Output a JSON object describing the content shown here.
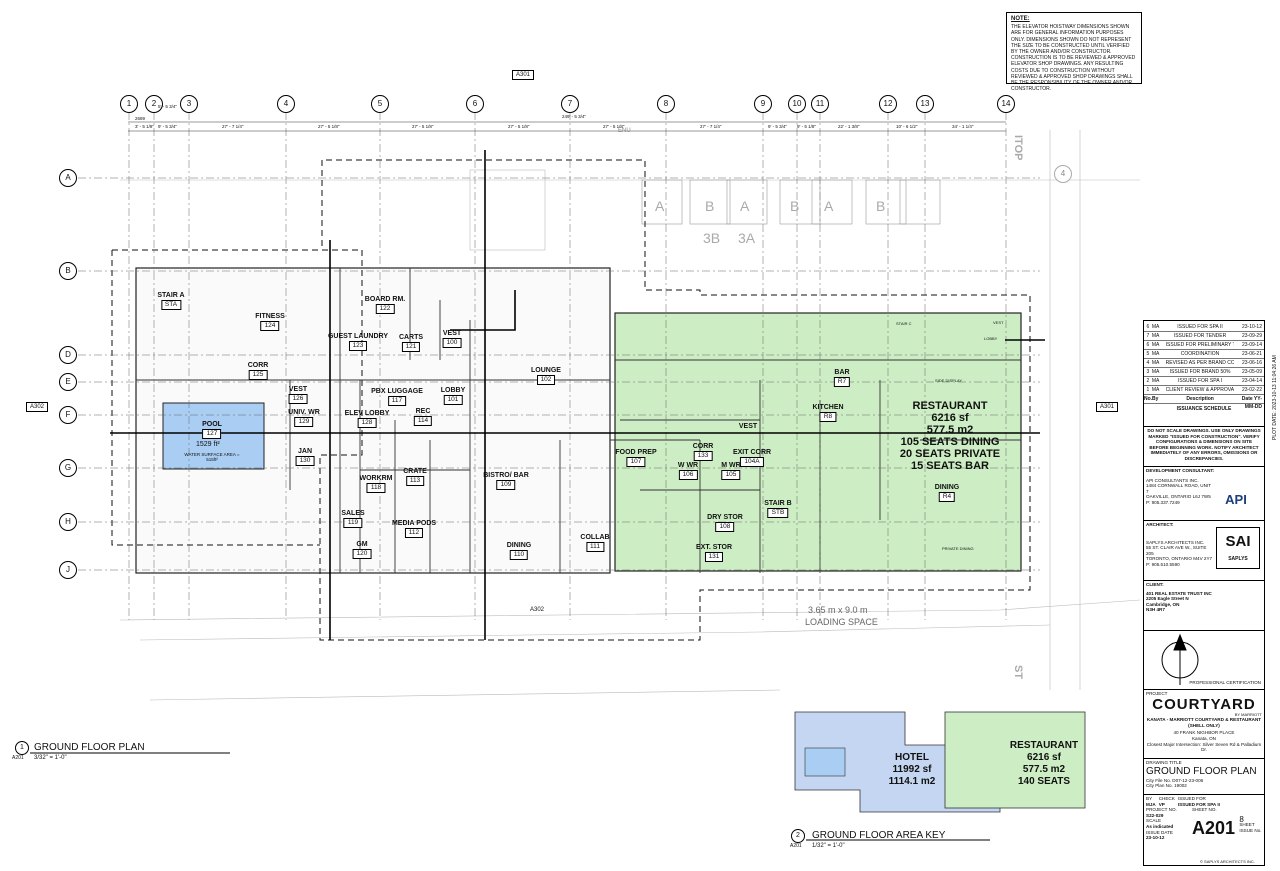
{
  "note": {
    "heading": "NOTE:",
    "text": "THE ELEVATOR HOISTWAY DIMENSIONS SHOWN ARE FOR GENERAL INFORMATION PURPOSES ONLY. DIMENSIONS SHOWN DO NOT REPRESENT THE SIZE TO BE CONSTRUCTED UNTIL VERIFIED BY THE OWNER AND/OR CONSTRUCTOR. CONSTRUCTION IS TO BE REVIEWED & APPROVED ELEVATOR SHOP DRAWINGS. ANY RESULTING COSTS DUE TO CONSTRUCTION WITHOUT REVIEWED & APPROVED SHOP DRAWINGS SHALL BE THE RESPONSIBILITY OF THE OWNER AND/OR CONSTRUCTOR."
  },
  "grid_cols": [
    "1",
    "2",
    "3",
    "4",
    "5",
    "6",
    "7",
    "8",
    "9",
    "10",
    "11",
    "12",
    "13",
    "14"
  ],
  "grid_rows": [
    "A",
    "B",
    "D",
    "E",
    "F",
    "G",
    "H",
    "J"
  ],
  "dims": [
    "2689",
    "5' - 5 3/4\"",
    "3' - 5 1/8\"",
    "9' - 5 3/4\"",
    "27' - 7 1/4\"",
    "27' - 5 1/8\"",
    "27' - 5 1/8\"",
    "27' - 5 1/8\"",
    "27' - 5 1/8\"",
    "27' - 7 1/4\"",
    "9' - 5 3/4\"",
    "9' - 5 1/8\"",
    "22' - 1 3/8\"",
    "10' - 6 1/2\"",
    "34' - 1 1/4\"",
    "249' - 5 3/4\""
  ],
  "section_refs": [
    "A301",
    "A302",
    "A302",
    "A301",
    "A302"
  ],
  "parking": [
    "A",
    "B",
    "A",
    "B",
    "A",
    "B",
    "3B",
    "3A"
  ],
  "rooms": [
    {
      "name": "STAIR A",
      "num": "STA"
    },
    {
      "name": "FITNESS",
      "num": "124"
    },
    {
      "name": "BOARD RM.",
      "num": "122"
    },
    {
      "name": "GUEST LAUNDRY",
      "num": "123"
    },
    {
      "name": "CARTS",
      "num": "121"
    },
    {
      "name": "VEST",
      "num": "100"
    },
    {
      "name": "CORR",
      "num": "125"
    },
    {
      "name": "LOUNGE",
      "num": "102"
    },
    {
      "name": "VEST",
      "num": "126"
    },
    {
      "name": "UNIV. WR",
      "num": "129"
    },
    {
      "name": "ELEV LOBBY",
      "num": "128"
    },
    {
      "name": "PBX LUGGAGE",
      "num": "117"
    },
    {
      "name": "REC",
      "num": "114"
    },
    {
      "name": "LOBBY",
      "num": "101"
    },
    {
      "name": "POOL",
      "num": "127"
    },
    {
      "name": "JAN",
      "num": "130"
    },
    {
      "name": "WORKRM",
      "num": "118"
    },
    {
      "name": "CRATE",
      "num": "113"
    },
    {
      "name": "BISTRO/ BAR",
      "num": "109"
    },
    {
      "name": "SALES",
      "num": "119"
    },
    {
      "name": "MEDIA PODS",
      "num": "112"
    },
    {
      "name": "GM",
      "num": "120"
    },
    {
      "name": "DINING",
      "num": "110"
    },
    {
      "name": "COLLAB",
      "num": "111"
    },
    {
      "name": "CORR",
      "num": "133"
    },
    {
      "name": "FOOD PREP",
      "num": "107"
    },
    {
      "name": "W WR",
      "num": "106"
    },
    {
      "name": "M WR",
      "num": "105"
    },
    {
      "name": "VEST",
      "num": ""
    },
    {
      "name": "EXIT CORR",
      "num": "104A"
    },
    {
      "name": "DRY STOR",
      "num": "108"
    },
    {
      "name": "EXT. STOR",
      "num": "131"
    },
    {
      "name": "STAIR B",
      "num": "STB"
    },
    {
      "name": "BAR",
      "num": "R7"
    },
    {
      "name": "KITCHEN",
      "num": "R8"
    },
    {
      "name": "DINING",
      "num": "R4"
    }
  ],
  "pool_area": "1529 ft²",
  "pool_water": "WATER SURFACE AREA = 515ft²",
  "restaurant": [
    "RESTAURANT",
    "6216 sf",
    "577.5 m2",
    "105 SEATS DINING",
    "20 SEATS PRIVATE",
    "15 SEATS BAR"
  ],
  "loading": [
    "3.65 m x 9.0 m",
    "LOADING SPACE"
  ],
  "misc_labels": [
    "ENU",
    "PRIVATE DINING",
    "SIDE DISPLAY",
    "STAIR C",
    "LOBBY",
    "VEST",
    "ITOP",
    "ST",
    "4"
  ],
  "revisions": [
    {
      "no": "6",
      "by": "MA",
      "desc": "ISSUED FOR SPA II",
      "date": "23-10-12"
    },
    {
      "no": "7",
      "by": "MA",
      "desc": "ISSUED FOR TENDER",
      "date": "23-09-29"
    },
    {
      "no": "6",
      "by": "MA",
      "desc": "ISSUED FOR PRELIMINARY TENDER",
      "date": "23-09-14"
    },
    {
      "no": "5",
      "by": "MA",
      "desc": "COORDINATION",
      "date": "23-06-21"
    },
    {
      "no": "4",
      "by": "MA",
      "desc": "REVISED AS PER BRAND COMMENTS",
      "date": "23-06-16"
    },
    {
      "no": "3",
      "by": "MA",
      "desc": "ISSUED FOR BRAND 50%",
      "date": "23-05-09"
    },
    {
      "no": "2",
      "by": "MA",
      "desc": "ISSUED FOR SPA I",
      "date": "23-04-14"
    },
    {
      "no": "1",
      "by": "MA",
      "desc": "CLIENT REVIEW & APPROVAL",
      "date": "23-02-22"
    }
  ],
  "rev_header": {
    "no": "No.",
    "by": "By",
    "desc": "Description",
    "date": "Date YY-MM-DD"
  },
  "issuance": "ISSUANCE SCHEDULE",
  "disclaimer": "DO NOT SCALE DRAWINGS. USE ONLY DRAWINGS MARKED \"ISSUED FOR CONSTRUCTION\". VERIFY CONFIGURATIONS & DIMENSIONS ON SITE BEFORE BEGINNING WORK. NOTIFY ARCHITECT IMMEDIATELY OF ANY ERRORS, OMISSIONS OR DISCREPANCIES.",
  "dev": {
    "heading": "DEVELOPMENT CONSULTANT:",
    "lines": [
      "API CONSULTANTS INC.",
      "1484 CORNWALL ROAD, UNIT 7",
      "OAKVILLE, ONTARIO L6J 7W5",
      "P: 905.337.7249"
    ],
    "logo": "API",
    "logo_sub": "CONSULTANTS"
  },
  "arch": {
    "heading": "ARCHITECT:",
    "lines": [
      "SAPLYS ARCHITECTS INC.",
      "55 ST. CLAIR AVE W., SUITE 205",
      "TORONTO, ONTARIO M4V 2Y7",
      "P: 905.510.5590"
    ],
    "logo": "SAI",
    "logo_sub": "SAPLYS"
  },
  "client": {
    "heading": "CLIENT:",
    "lines": [
      "401 REAL ESTATE TRUST INC",
      "2205 Eagle Street N",
      "Cambridge, ON",
      "N3H 4R7"
    ]
  },
  "cert": "PROFESSIONAL CERTIFICATION",
  "project": {
    "label": "PROJECT",
    "brand": "COURTYARD",
    "brand_sub": "BY MARRIOTT",
    "name": "KANATA - MARRIOTT COURTYARD & RESTAURANT (SHELL ONLY)",
    "addr": [
      "40 FRANK NIGHBOR PLACE",
      "Kanata, ON",
      "Closest Major Intersection: Silver Seven Rd & Palladium Dr."
    ]
  },
  "drawing": {
    "label": "DRAWING TITLE",
    "title": "GROUND FLOOR PLAN",
    "file": "City File No. D07-12-23-006",
    "plan": "City Plan No. 19002"
  },
  "meta": [
    {
      "k": "BY",
      "v": "MJA"
    },
    {
      "k": "CHECK",
      "v": "VP"
    },
    {
      "k": "ISSUED FOR",
      "v": "ISSUED FOR SPA II"
    },
    {
      "k": "PROJECT NO.",
      "v": "S22-029"
    },
    {
      "k": "SHEET NO.",
      "v": ""
    },
    {
      "k": "SCALE",
      "v": "As indicated"
    },
    {
      "k": "ISSUE DATE",
      "v": "23-10-12"
    }
  ],
  "sheet": {
    "no": "A201",
    "issue": "8",
    "sheet_lbl": "SHEET",
    "issue_lbl": "ISSUE No."
  },
  "copyright": "© SAPLYS ARCHITECTS INC.",
  "plot": "PLOT DATE: 2023-10-13 11:04:26 AM",
  "plan1": {
    "num": "1",
    "ref": "A201",
    "title": "GROUND FLOOR PLAN",
    "scale": "3/32\" = 1'-0\""
  },
  "plan2": {
    "num": "2",
    "ref": "A201",
    "title": "GROUND FLOOR AREA KEY",
    "scale": "1/32\" = 1'-0\""
  },
  "key_hotel": [
    "HOTEL",
    "11992 sf",
    "1114.1 m2"
  ],
  "key_rest": [
    "RESTAURANT",
    "6216 sf",
    "577.5 m2",
    "140 SEATS"
  ],
  "colors": {
    "restaurant": "#cdeec4",
    "hotel": "#c4d6f2",
    "pool": "#a9cdf3",
    "line": "#222222"
  }
}
